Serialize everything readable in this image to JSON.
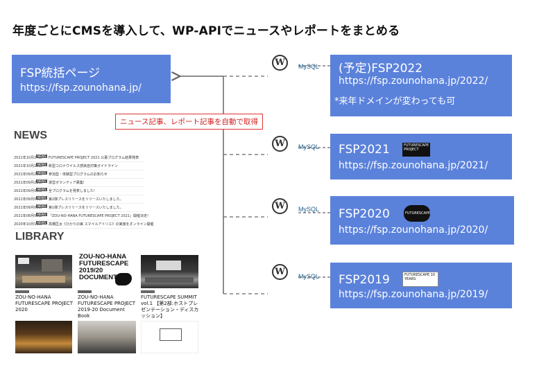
{
  "title": "年度ごとにCMSを導入して、WP-APIでニュースやレポートをまとめる",
  "main": {
    "name": "FSP統括ページ",
    "url": "https://fsp.zounohana.jp/"
  },
  "aggregate_label": "ニュース記事、レポート記事を自動で取得",
  "mysql_label": "MySQL",
  "wp_glyph": "W",
  "sites": [
    {
      "name": "(予定)FSP2022",
      "url": "https://fsp.zounohana.jp/2022/",
      "note": "*来年ドメインが変わっても可"
    },
    {
      "name": "FSP2021",
      "url": "https://fsp.zounohana.jp/2021/",
      "badge": "FUTURESCAPE PROJECT"
    },
    {
      "name": "FSP2020",
      "url": "https://fsp.zounohana.jp/2020/",
      "badge": "FUTURESCAPE"
    },
    {
      "name": "FSP2019",
      "url": "https://fsp.zounohana.jp/2019/",
      "badge": "FUTURESCAPE 10 YEARS"
    }
  ],
  "news": {
    "heading": "NEWS",
    "tag": "NEWS",
    "items": [
      {
        "date": "2021年10月24日",
        "text": "FUTURESCAPE PROJECT 2021 公募プログラム結果発表"
      },
      {
        "date": "2021年10月22日",
        "text": "新型コロナウイルス感染症対策ガイドライン"
      },
      {
        "date": "2021年09月28日",
        "text": "参加型・体験型プログラムのお知らせ"
      },
      {
        "date": "2021年09月22日",
        "text": "運営ボランティア募集!"
      },
      {
        "date": "2021年09月09日",
        "text": "全プログラムを発表しました!"
      },
      {
        "date": "2021年09月06日",
        "text": "第2弾プレスリリースをリリースいたしました。"
      },
      {
        "date": "2021年09月01日",
        "text": "第1弾プレスリリースをリリースいたしました。"
      },
      {
        "date": "2021年08月05日",
        "text": "「ZOU-NO-HANA FUTURESCAPE PROJECT 2021」開催決定!"
      },
      {
        "date": "2020年10月16日",
        "text": "高橋匡太《ひかりの実 スマイルアトリエ》の実施をオンライン開催"
      }
    ]
  },
  "library": {
    "heading": "LIBRARY",
    "items": [
      {
        "caption": "ZOU-NO-HANA FUTURESCAPE PROJECT 2020"
      },
      {
        "caption": "ZOU-NO-HANA FUTURESCAPE PROJECT 2019-20 Document Book",
        "cover": "ZOU-NO-HANA FUTURESCAPE 2019/20 DOCUMENT"
      },
      {
        "caption": "FUTURESCAPE SUMMIT vol.1 【第2部:ホストプレゼンテーション・ディスカッション】"
      }
    ]
  }
}
